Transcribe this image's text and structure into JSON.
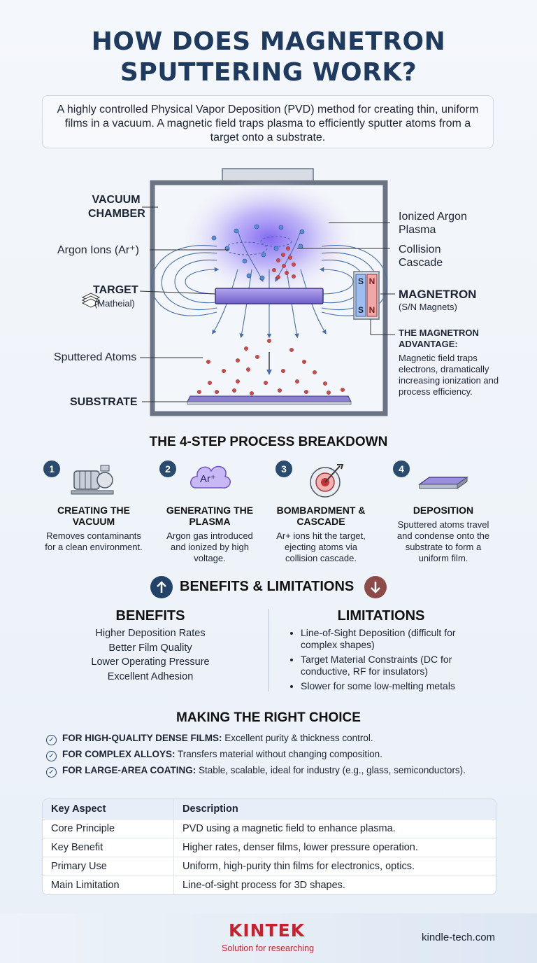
{
  "title_line1": "HOW DOES MAGNETRON",
  "title_line2": "SPUTTERING WORK?",
  "intro": "A highly controlled Physical Vapor Deposition (PVD) method for creating thin, uniform films in a vacuum. A magnetic field traps plasma to efficiently sputter atoms from a target onto a substrate.",
  "diagram": {
    "vacuum_chamber_1": "VACUUM",
    "vacuum_chamber_2": "CHAMBER",
    "argon_ions": "Argon Ions (Ar⁺)",
    "target": "TARGET",
    "target_sub": "(Matheial)",
    "sputtered_atoms": "Sputtered Atoms",
    "substrate": "SUBSTRATE",
    "plasma_1": "Ionized Argon",
    "plasma_2": "Plasma",
    "collision_1": "Collision",
    "collision_2": "Cascade",
    "magnetron": "MAGNETRON",
    "magnetron_sub": "(S/N Magnets)",
    "magnet_s": "S",
    "magnet_n": "N",
    "advantage_title_1": "THE MAGNETRON",
    "advantage_title_2": "ADVANTAGE:",
    "advantage_text": "Magnetic field traps electrons, dramatically increasing ionization and process efficiency."
  },
  "steps_heading": "THE 4-STEP PROCESS BREAKDOWN",
  "steps": [
    {
      "num": "1",
      "title": "CREATING THE VACUUM",
      "desc": "Removes contaminants for a clean environment."
    },
    {
      "num": "2",
      "title": "GENERATING THE PLASMA",
      "desc": "Argon gas introduced and ionized by high voltage.",
      "icon_text": "Ar⁺"
    },
    {
      "num": "3",
      "title": "BOMBARDMENT & CASCADE",
      "desc": "Ar+ ions hit the target, ejecting atoms via collision cascade."
    },
    {
      "num": "4",
      "title": "DEPOSITION",
      "desc": "Sputtered atoms travel and condense onto the substrate to form a uniform film."
    }
  ],
  "bl_heading": "BENEFITS & LIMITATIONS",
  "benefits_heading": "BENEFITS",
  "benefits": [
    "Higher Deposition Rates",
    "Better Film Quality",
    "Lower Operating Pressure",
    "Excellent Adhesion"
  ],
  "limitations_heading": "LIMITATIONS",
  "limitations": [
    "Line-of-Sight Deposition (difficult for complex shapes)",
    "Target Material Constraints (DC for conductive, RF for insulators)",
    "Slower for some low-melting metals"
  ],
  "choice_heading": "MAKING THE RIGHT CHOICE",
  "choices": [
    {
      "label": "FOR HIGH-QUALITY DENSE FILMS:",
      "text": " Excellent purity & thickness control."
    },
    {
      "label": "FOR COMPLEX ALLOYS:",
      "text": " Transfers material without changing composition."
    },
    {
      "label": "FOR LARGE-AREA COATING:",
      "text": " Stable, scalable, ideal for industry (e.g., glass, semiconductors)."
    }
  ],
  "table": {
    "headers": [
      "Key Aspect",
      "Description"
    ],
    "rows": [
      [
        "Core Principle",
        "PVD using a magnetic field to enhance plasma."
      ],
      [
        "Key Benefit",
        "Higher rates, denser films, lower pressure operation."
      ],
      [
        "Primary Use",
        "Uniform, high-purity thin films for electronics, optics."
      ],
      [
        "Main Limitation",
        "Line-of-sight process for 3D shapes."
      ]
    ]
  },
  "footer": {
    "brand": "KINTEK",
    "tagline": "Solution for researching",
    "url": "kindle-tech.com"
  },
  "colors": {
    "navy": "#1f3a5f",
    "brand_red": "#c8202c",
    "accent_blue": "#3d6da8",
    "plasma": "#8f7cf0"
  }
}
